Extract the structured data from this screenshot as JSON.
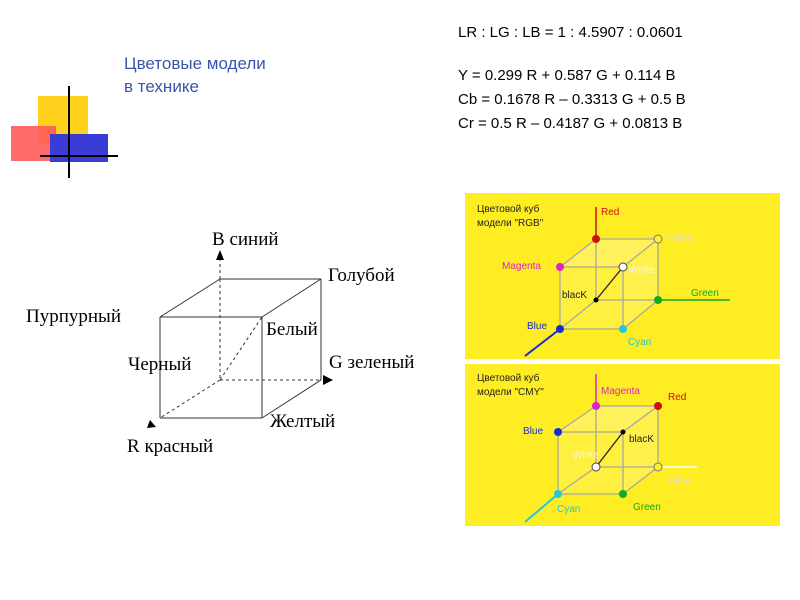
{
  "slide": {
    "title_line1": "Цветовые модели",
    "title_line2": "в технике",
    "ratio": "LR : LG : LB = 1 : 4.5907 : 0.0601",
    "formulas": [
      "Y = 0.299 R + 0.587 G + 0.114 B",
      "Cb = 0.1678 R – 0.3313 G + 0.5 B",
      "Cr = 0.5 R – 0.4187 G + 0.0813 B"
    ]
  },
  "cube_diagram": {
    "labels": {
      "b_axis": "B",
      "b_name": "синий",
      "g_axis": "G",
      "g_name": "зеленый",
      "r_axis": "R",
      "r_name": "красный",
      "magenta": "Пурпурный",
      "cyan": "Голубой",
      "white": "Белый",
      "black": "Черный",
      "yellow": "Желтый"
    }
  },
  "rgb_panel": {
    "caption_line1": "Цветовой куб",
    "caption_line2": "модели \"RGB\"",
    "labels": {
      "red": "Red",
      "yellow": "Yellow",
      "magenta": "Magenta",
      "white": "White",
      "green": "Green",
      "black": "blacK",
      "blue": "Blue",
      "cyan": "Cyan"
    },
    "colors": {
      "red": "#cc1111",
      "magenta": "#dd22cc",
      "blue": "#1a2ad0",
      "green": "#11aa22",
      "cyan": "#22c8dd",
      "yellow_label": "#e8e0a0"
    }
  },
  "cmy_panel": {
    "caption_line1": "Цветовой куб",
    "caption_line2": "модели \"CMY\"",
    "labels": {
      "magenta": "Magenta",
      "red": "Red",
      "blue": "Blue",
      "black": "blacK",
      "white": "White",
      "yellow": "Yellow",
      "cyan": "Cyan",
      "green": "Green"
    }
  },
  "decoration": {
    "colors": {
      "yellow": "#ffd21e",
      "red": "#ff4d4d",
      "blue": "#3b3bd6"
    }
  }
}
